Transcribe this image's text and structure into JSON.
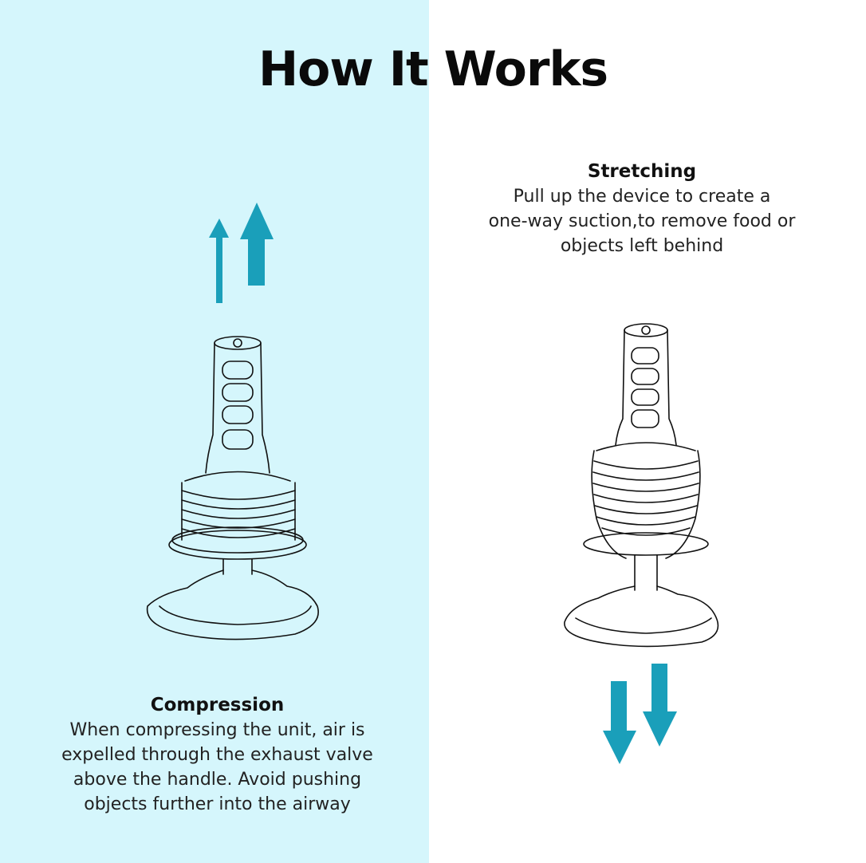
{
  "title": "How It Works",
  "compression": {
    "heading": "Compression",
    "lines": [
      "When compressing the unit, air is",
      "expelled through the exhaust valve",
      "above the handle. Avoid pushing",
      "objects further into the airway"
    ]
  },
  "stretching": {
    "heading": "Stretching",
    "lines": [
      "Pull up the device to create a",
      "one-way suction,to remove food or",
      "objects left behind"
    ]
  },
  "colors": {
    "left_background": "#d5f6fc",
    "arrow": "#1a9fba"
  }
}
